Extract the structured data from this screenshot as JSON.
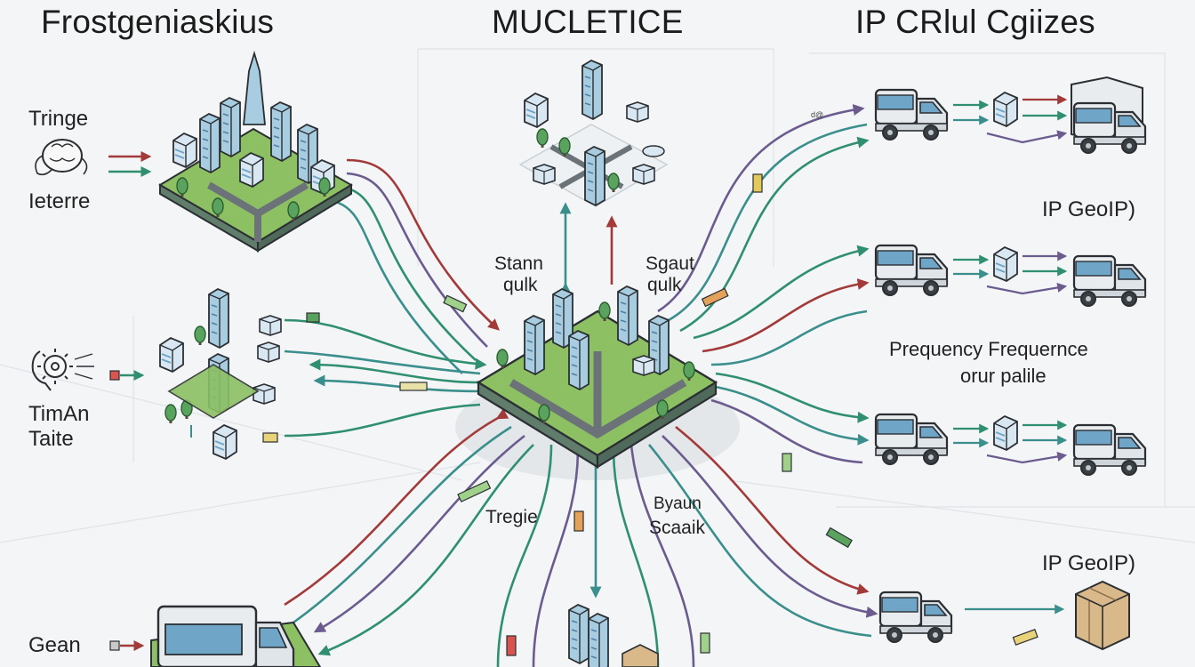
{
  "headers": {
    "left": "Frostgeniaskius",
    "center": "MUCLETICE",
    "right": "IP CRlul Cgiizes"
  },
  "labels": {
    "tringe": "Tringe",
    "ieterre": "Ieterre",
    "timan": "TimAn",
    "taite": "Taite",
    "gean": "Gean",
    "stann": "Stann",
    "stann_sub": "qulk",
    "sgaut": "Sgaut",
    "sgaut_sub": "qulk",
    "tregie": "Tregie",
    "byaun": "Byaun",
    "scaaik": "Scaaik",
    "ip_geoip_1": "IP GeoIP)",
    "prequency": "Prequency Frequernce",
    "prequency_sub": "orur palile",
    "ip_geoip_2": "IP GeoIP)"
  },
  "colors": {
    "background": "#f3f5f6",
    "green_line": "#2f8f6f",
    "teal_line": "#3a8f8c",
    "purple_line": "#6b5b8e",
    "red_line": "#a33a3a",
    "grass": "#8cc063",
    "building": "#9cc3d8",
    "truck_body": "#e8ecef",
    "truck_window": "#6fa6c8",
    "outline": "#2b2f33"
  },
  "icons": {
    "brain": "brain-icon",
    "gear_head": "gear-head-icon",
    "city": "city-block-icon",
    "truck": "delivery-truck-icon",
    "server": "server-icon",
    "package": "package-box-icon"
  }
}
